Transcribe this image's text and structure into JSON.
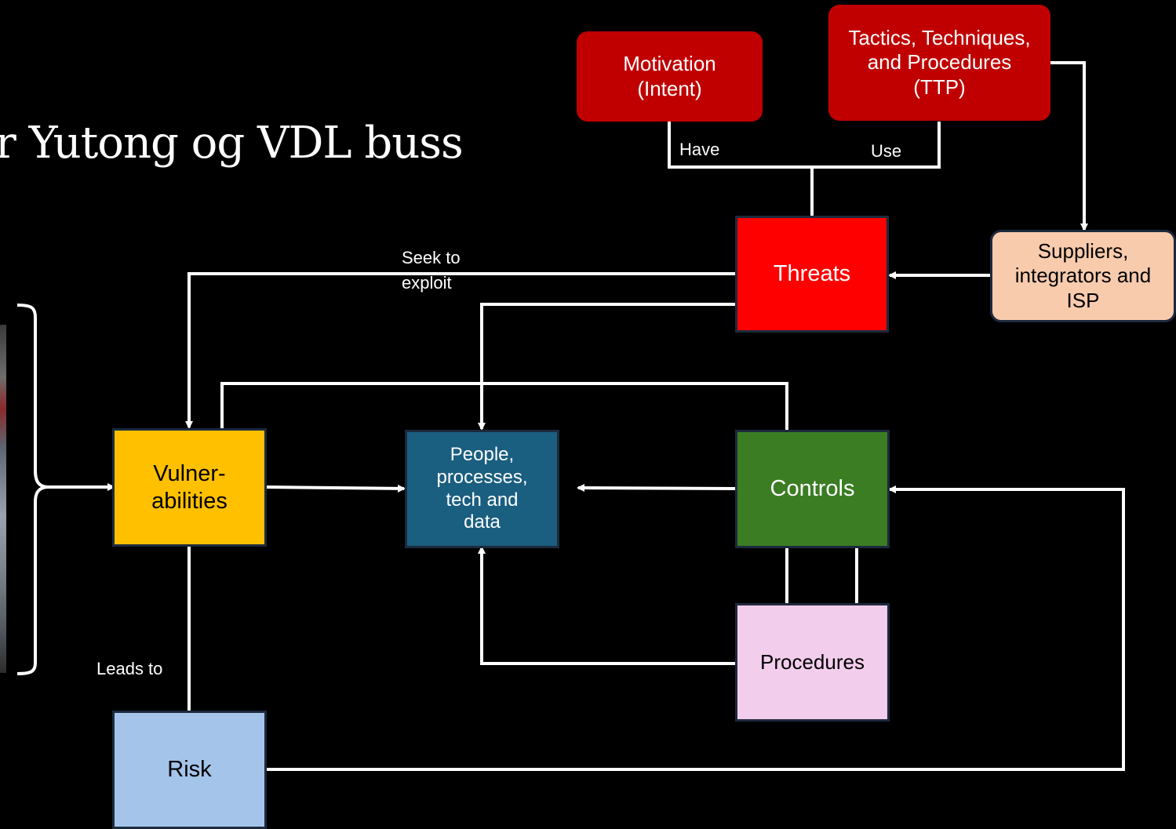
{
  "title": "r Yutong og VDL buss",
  "colors": {
    "background": "#000000",
    "red_dark": "#c00000",
    "red": "#ff0000",
    "peach": "#f8cbad",
    "yellow": "#ffc000",
    "teal": "#1a5e80",
    "green": "#3a7d23",
    "pink": "#f2cdec",
    "light_blue": "#a4c4ea",
    "connector": "#ffffff"
  },
  "nodes": {
    "motivation": "Motivation (Intent)",
    "ttp": "Tactics, Techniques, and Procedures (TTP)",
    "threats": "Threats",
    "suppliers": "Suppliers, integrators and ISP",
    "vulnerabilities_line1": "Vulner-",
    "vulnerabilities_line2": "abilities",
    "assets": "People, processes, tech and data",
    "controls": "Controls",
    "procedures": "Procedures",
    "risk": "Risk"
  },
  "edge_labels": {
    "have": "Have",
    "use": "Use",
    "seek_to_exploit_line1": "Seek to",
    "seek_to_exploit_line2": "exploit",
    "leads_to": "Leads to"
  }
}
